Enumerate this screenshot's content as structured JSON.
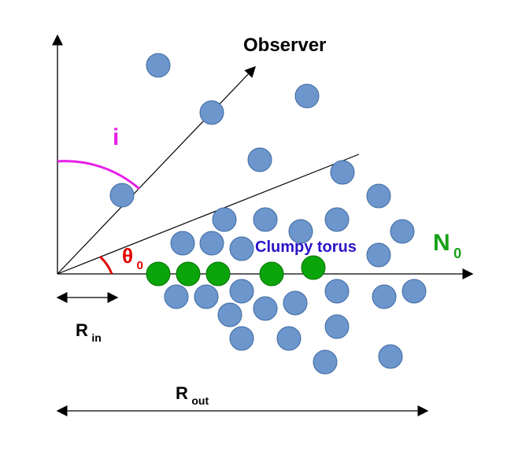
{
  "labels": {
    "observer": "Observer",
    "inclination": "i",
    "theta_main": "θ",
    "theta_sub": "0",
    "clumpy_torus": "Clumpy torus",
    "n_main": "N",
    "n_sub": "0",
    "r_in_main": "R",
    "r_in_sub": "in",
    "r_out_main": "R",
    "r_out_sub": "out"
  },
  "colors": {
    "clump_blue_fill": "#6c96cc",
    "clump_blue_stroke": "#3f6aa3",
    "clump_green_fill": "#0aa50a",
    "clump_green_stroke": "#067006",
    "inclination_arc": "#e81ee8",
    "theta_arc": "#e00000",
    "clumpy_text": "#2a14c8",
    "n0_text": "#18a018",
    "lines": "#000000"
  },
  "icons": {
    "blue_clump": "blue-filled-circle",
    "equatorial_clump": "green-filled-circle",
    "arrowhead": "filled-triangle"
  }
}
